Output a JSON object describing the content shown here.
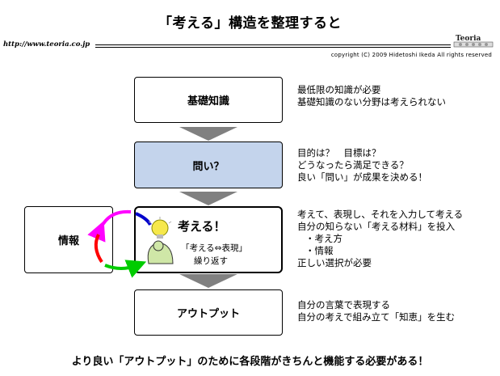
{
  "title": "「考える」構造を整理すると",
  "url": "http://www.teoria.co.jp",
  "copyright": "copyright (C) 2009  Hidetoshi  Ikeda All rights reserved",
  "logo_text": "Teoria",
  "boxes": {
    "basic": "基礎知識",
    "question": "問い？",
    "think_title": "考える！",
    "think_sub1": "「考える⇔表現」",
    "think_sub2": "繰り返す",
    "output": "アウトプット",
    "info": "情報"
  },
  "notes": {
    "basic": [
      "最低限の知識が必要",
      "基礎知識のない分野は考えられない"
    ],
    "question": [
      "目的は？　目標は？",
      "どうなったら満足できる？",
      "良い「問い」が成果を決める！"
    ],
    "think": [
      "考えて、表現し、それを入力して考える",
      "自分の知らない「考える材料」を投入"
    ],
    "think_items": [
      "・考え方",
      "・情報"
    ],
    "think_last": "正しい選択が必要",
    "output": [
      "自分の言葉で表現する",
      "自分の考えで組み立て「知恵」を生む"
    ]
  },
  "footer": "より良い「アウトプット」のために各段階がきちんと機能する必要がある！",
  "colors": {
    "question_box": "#c4d4ec",
    "arrow_gray": "#808080",
    "cycle_magenta": "#ff00ff",
    "cycle_red": "#ff0000",
    "cycle_green": "#00cc00",
    "cycle_blue": "#0000cc"
  }
}
